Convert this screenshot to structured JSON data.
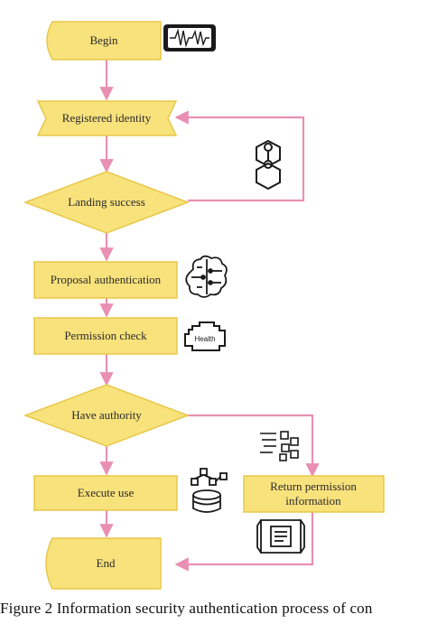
{
  "flowchart": {
    "nodes": {
      "begin": "Begin",
      "registered_identity": "Registered identity",
      "landing_success": "Landing success",
      "proposal_authentication": "Proposal authentication",
      "permission_check": "Permission check",
      "have_authority": "Have authority",
      "execute_use": "Execute use",
      "return_permission_line1": "Return permission",
      "return_permission_line2": "information",
      "end": "End"
    },
    "icons": {
      "begin": "waveform-icon",
      "landing": "node-link-icon",
      "proposal": "brain-circuit-icon",
      "permission": "engine-health-icon",
      "authority": "data-blocks-icon",
      "execute": "database-network-icon",
      "return": "document-frame-icon"
    },
    "icon_text": {
      "health": "Health"
    },
    "colors": {
      "shape_fill": "#f8e27c",
      "shape_stroke": "#e8c84a",
      "connector": "#e98fb4",
      "icon": "#1a1a1a"
    }
  },
  "caption": "Figure 2 Information security authentication process of con"
}
